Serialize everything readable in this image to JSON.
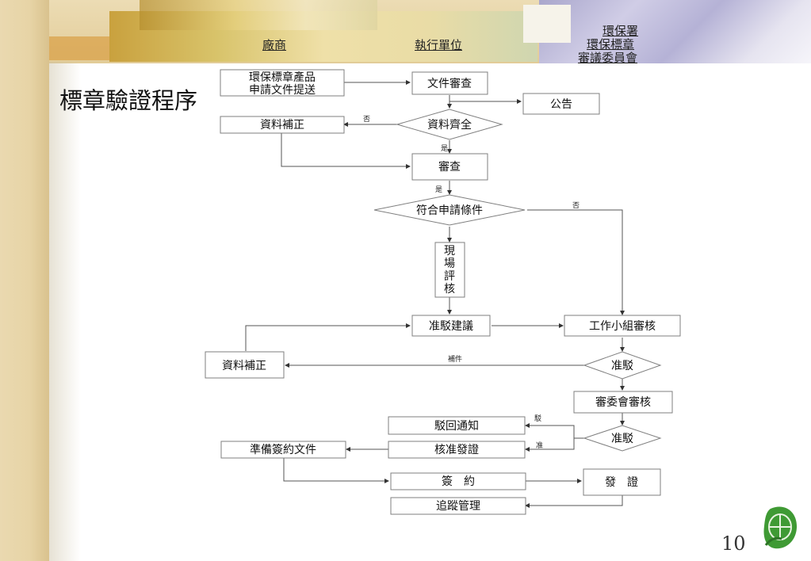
{
  "nav": {
    "item1": "廠商",
    "item2": "執行單位",
    "item3_line1": "環保署",
    "item3_line2": "環保標章",
    "item3_line3": "審議委員會"
  },
  "title": "標章驗證程序",
  "page_number": "10",
  "flow": {
    "apply_line1": "環保標章產品",
    "apply_line2": "申請文件提送",
    "doc_review": "文件審查",
    "announce": "公告",
    "correction1": "資料補正",
    "data_complete": "資料齊全",
    "review": "審查",
    "meets_conditions": "符合申請條件",
    "site_eval_1": "現",
    "site_eval_2": "場",
    "site_eval_3": "評",
    "site_eval_4": "核",
    "approve_suggest": "准駁建議",
    "working_group": "工作小組審核",
    "correction2": "資料補正",
    "approve_reject1": "准駁",
    "committee_review": "審委會審核",
    "reject_notice": "駁回通知",
    "approve_issue": "核准發證",
    "prepare_contract": "準備簽約文件",
    "sign": "簽　約",
    "issue_cert": "發　證",
    "tracking": "追蹤管理",
    "approve_reject2": "准駁",
    "lbl_no1": "否",
    "lbl_yes1": "是",
    "lbl_yes2": "是",
    "lbl_no2": "否",
    "lbl_supplement": "補件",
    "lbl_reject": "駁",
    "lbl_approve": "准"
  },
  "icons": {
    "logo": "green-leaf-globe-icon"
  }
}
